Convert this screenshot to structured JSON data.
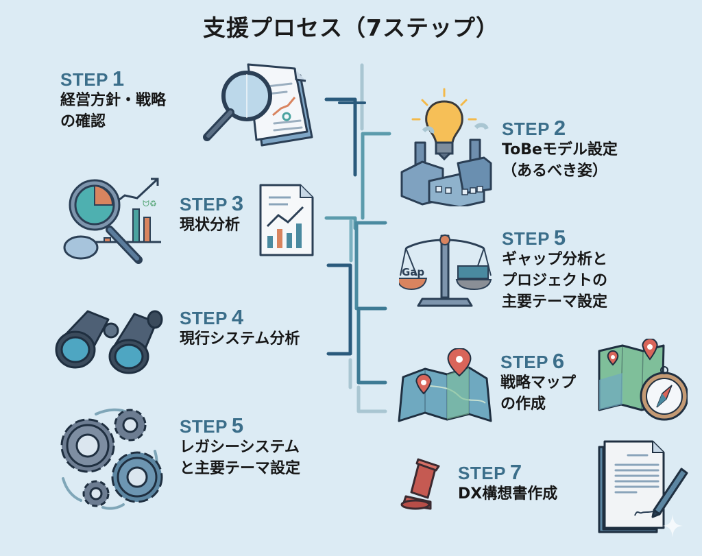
{
  "title": "支援プロセス（7ステップ）",
  "step_prefix": "STEP",
  "steps": [
    {
      "number": "1",
      "text": "経営方針・戦略\nの確認",
      "icon": "magnifier-document-icon",
      "side": "left"
    },
    {
      "number": "2",
      "text": "ToBeモデル設定\n（あるべき姿）",
      "icon": "lightbulb-factory-icon",
      "side": "right"
    },
    {
      "number": "3",
      "text": "現状分析",
      "icon": "analysis-chart-icon",
      "side": "left"
    },
    {
      "number": "5",
      "text": "ギャップ分析と\nプロジェクトの\n主要テーマ設定",
      "icon": "balance-scale-icon",
      "side": "right"
    },
    {
      "number": "4",
      "text": "現行システム分析",
      "icon": "binoculars-icon",
      "side": "left"
    },
    {
      "number": "6",
      "text": "戦略マップ\nの作成",
      "icon": "map-icon",
      "side": "right"
    },
    {
      "number": "5",
      "text": "レガシーシステム\nと主要テーマ設定",
      "icon": "gears-icon",
      "side": "left"
    },
    {
      "number": "7",
      "text": "DX構想書作成",
      "icon": "gavel-icon",
      "side": "right"
    }
  ],
  "scale_label": "Gap",
  "colors": {
    "background": "#dcebf4",
    "step_label": "#3b6e8a",
    "line_dark": "#2a5a7c",
    "line_teal": "#5b9bac",
    "line_light": "#a9c6d2",
    "accent_orange": "#d9845f",
    "accent_red": "#c55a52",
    "bulb_yellow": "#f3b94a"
  }
}
